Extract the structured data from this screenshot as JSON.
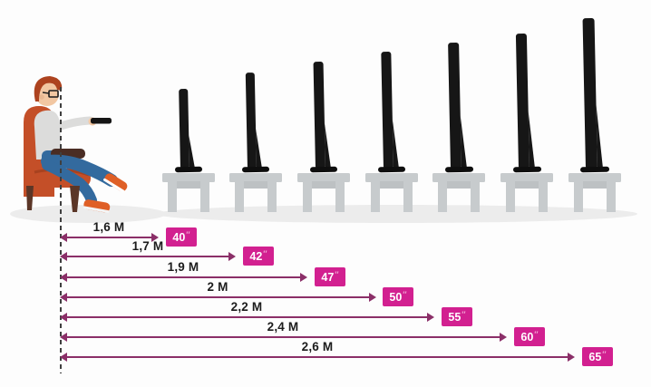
{
  "inch_mark": "″",
  "rows": [
    {
      "distance": "1,6 M",
      "size": "40"
    },
    {
      "distance": "1,7 M",
      "size": "42"
    },
    {
      "distance": "1,9 M",
      "size": "47"
    },
    {
      "distance": "2 M",
      "size": "50"
    },
    {
      "distance": "2,2 M",
      "size": "55"
    },
    {
      "distance": "2,4 M",
      "size": "60"
    },
    {
      "distance": "2,6 M",
      "size": "65"
    }
  ],
  "colors": {
    "background": "#fdfdfd",
    "badge_bg": "#d22090",
    "badge_unit": "#f0a3d2",
    "arrow": "#8b2f68",
    "label_text": "#1c1c1c",
    "dashed_line": "#3f3f3f",
    "tv": "#161616",
    "tv_base": "#0e0e0e",
    "table": "#c7cbcd",
    "table_shade": "#bdc1c3",
    "floor_shadow": "#ececec",
    "chair": "#c44f28",
    "chair_shade": "#a8421f",
    "wood": "#5b3627",
    "shirt": "#dcdcdb",
    "skin": "#f2c7a2",
    "hair": "#ad431f",
    "jeans": "#336a9e",
    "shoes": "#df5f26"
  },
  "chart_data": {
    "type": "table",
    "columns": [
      "viewing_distance_m",
      "tv_size_inches"
    ],
    "rows": [
      [
        1.6,
        40
      ],
      [
        1.7,
        42
      ],
      [
        1.9,
        47
      ],
      [
        2.0,
        50
      ],
      [
        2.2,
        55
      ],
      [
        2.4,
        60
      ],
      [
        2.6,
        65
      ]
    ],
    "legend_position": "none",
    "notes_visible_text_only": true
  }
}
